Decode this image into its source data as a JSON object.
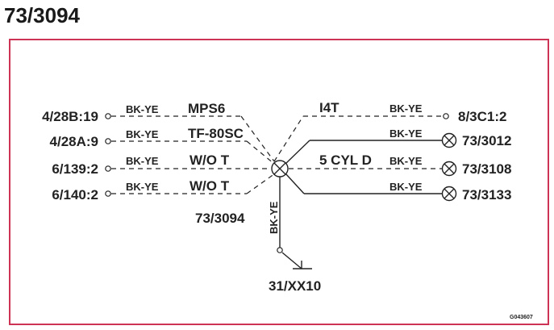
{
  "title": "73/3094",
  "frame_color": "#cc3355",
  "splice_label": "73/3094",
  "ground_label": "31/XX10",
  "drop_wire_color": "BK-YE",
  "figure_code": "G043607",
  "left_wires": [
    {
      "terminal": "4/28B:19",
      "wire_color": "BK-YE",
      "option": "MPS6",
      "style": "dashed"
    },
    {
      "terminal": "4/28A:9",
      "wire_color": "BK-YE",
      "option": "TF-80SC",
      "style": "dashed"
    },
    {
      "terminal": "6/139:2",
      "wire_color": "BK-YE",
      "option": "W/O T",
      "style": "dashed"
    },
    {
      "terminal": "6/140:2",
      "wire_color": "BK-YE",
      "option": "W/O T",
      "style": "dashed"
    }
  ],
  "right_wires": [
    {
      "terminal": "8/3C1:2",
      "wire_color": "BK-YE",
      "option": "I4T",
      "style": "dashed",
      "end": "terminal"
    },
    {
      "terminal": "73/3012",
      "wire_color": "BK-YE",
      "option": "",
      "style": "solid",
      "end": "lamp"
    },
    {
      "terminal": "73/3108",
      "wire_color": "BK-YE",
      "option": "5 CYL D",
      "style": "dashed",
      "end": "lamp"
    },
    {
      "terminal": "73/3133",
      "wire_color": "BK-YE",
      "option": "",
      "style": "solid",
      "end": "lamp"
    }
  ]
}
